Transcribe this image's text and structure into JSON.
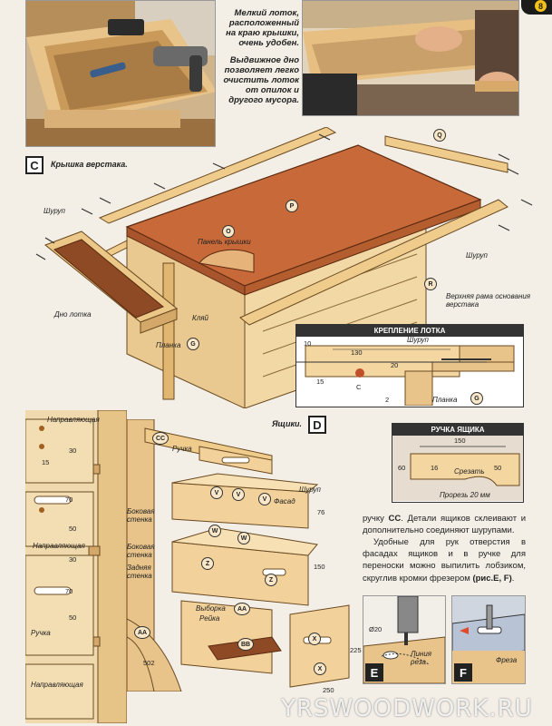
{
  "page_number": "8",
  "photo_captions": {
    "shallow_tray": "Мелкий лоток, расположенный на краю крышки, очень удобен.",
    "sliding_bottom": "Выдвижное дно позволяет легко очистить лоток от опилок и другого мусора."
  },
  "figure_c": {
    "letter": "C",
    "title": "Крышка верстака.",
    "labels": {
      "screw_left": "Шуруп",
      "screw_right": "Шуруп",
      "tray_bottom": "Дно лотка",
      "top_panel": "Панель крышки",
      "cleat": "Кляй",
      "strip": "Планка",
      "upper_frame": "Верхняя рама основания верстака"
    },
    "parts": [
      "O",
      "P",
      "Q",
      "R",
      "G",
      "G"
    ]
  },
  "inset_tray_mount": {
    "title": "КРЕПЛЕНИЕ ЛОТКА",
    "screw": "Шуруп",
    "strip": "Планка",
    "strip_part": "G",
    "dims": [
      "10",
      "130",
      "20",
      "15",
      "2"
    ],
    "part_c": "C"
  },
  "figure_d": {
    "letter": "D",
    "title": "Ящики.",
    "labels": {
      "guide_1": "Направляющая",
      "guide_2": "Направляющая",
      "guide_3": "Направляющая",
      "handle_left": "Ручка",
      "handle_top": "Ручка",
      "screw": "Шуруп",
      "side_wall_1": "Боковая стенка",
      "side_wall_2": "Боковая стенка",
      "back_wall": "Задняя стенка",
      "front": "Фасад",
      "recess": "Выборка",
      "rail": "Рейка"
    },
    "dims_left": [
      "30",
      "15",
      "70",
      "50",
      "30",
      "70",
      "50"
    ],
    "dims_right": [
      "76",
      "150",
      "225",
      "250",
      "502"
    ],
    "parts": [
      "CC",
      "V",
      "V",
      "V",
      "W",
      "W",
      "Z",
      "Z",
      "AA",
      "AA",
      "BB",
      "X",
      "X"
    ]
  },
  "inset_drawer_handle": {
    "title": "РУЧКА ЯЩИКА",
    "dims": [
      "150",
      "60",
      "16",
      "50"
    ],
    "cut": "Срезать",
    "slot": "Прорезь 20 мм"
  },
  "body_text": {
    "p1_a": "ручку ",
    "p1_bold": "CC",
    "p1_b": ". Детали ящиков склеивают и дополнительно соединяют шурупами.",
    "p2_a": "Удобные для рук отверстия в фасадах ящиков и в ручке для переноски можно выпилить лобзиком, скруглив кромки фрезером ",
    "p2_bold": "(рис.E, F)",
    "p2_b": "."
  },
  "figure_e": {
    "letter": "E",
    "dim": "Ø20",
    "line": "Линия реза"
  },
  "figure_f": {
    "letter": "F",
    "tool": "Фреза"
  },
  "watermark": "YRSWOODWORK.RU"
}
